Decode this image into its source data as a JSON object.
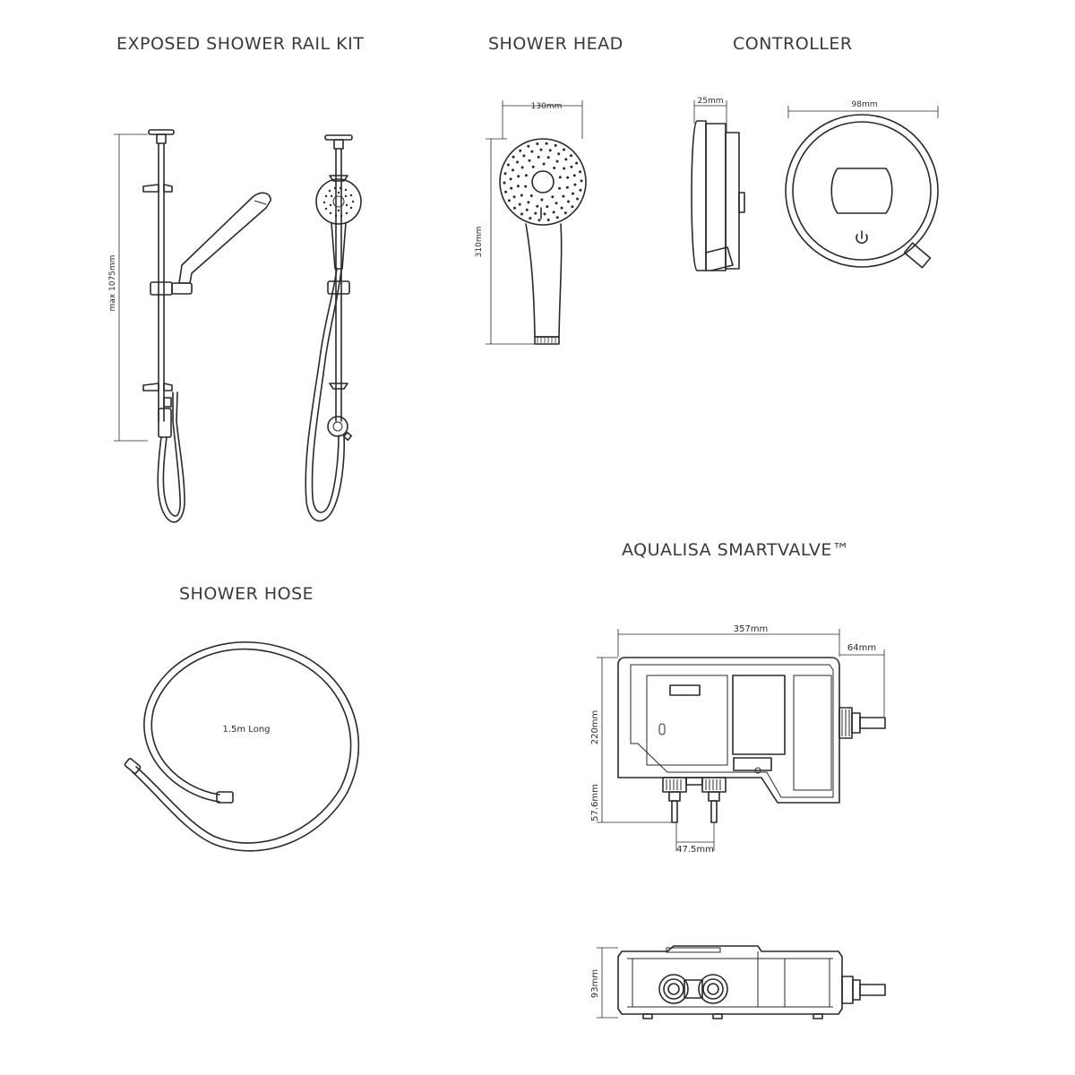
{
  "sections": {
    "rail_kit": {
      "title": "EXPOSED SHOWER RAIL KIT",
      "height_dim": "max 1075mm"
    },
    "shower_head": {
      "title": "SHOWER HEAD",
      "width_dim": "130mm",
      "height_dim": "310mm"
    },
    "controller": {
      "title": "CONTROLLER",
      "depth_dim": "25mm",
      "diameter_dim": "98mm",
      "power_icon": "power-icon"
    },
    "hose": {
      "title": "SHOWER HOSE",
      "length_label": "1.5m Long"
    },
    "smartvalve": {
      "title": "AQUALISA SMARTVALVE™",
      "width_dim": "357mm",
      "outlet_dim": "64mm",
      "height_dim": "220mm",
      "inlet_height_dim": "57.6mm",
      "inlet_spacing_dim": "47.5mm",
      "depth_dim": "93mm"
    }
  }
}
